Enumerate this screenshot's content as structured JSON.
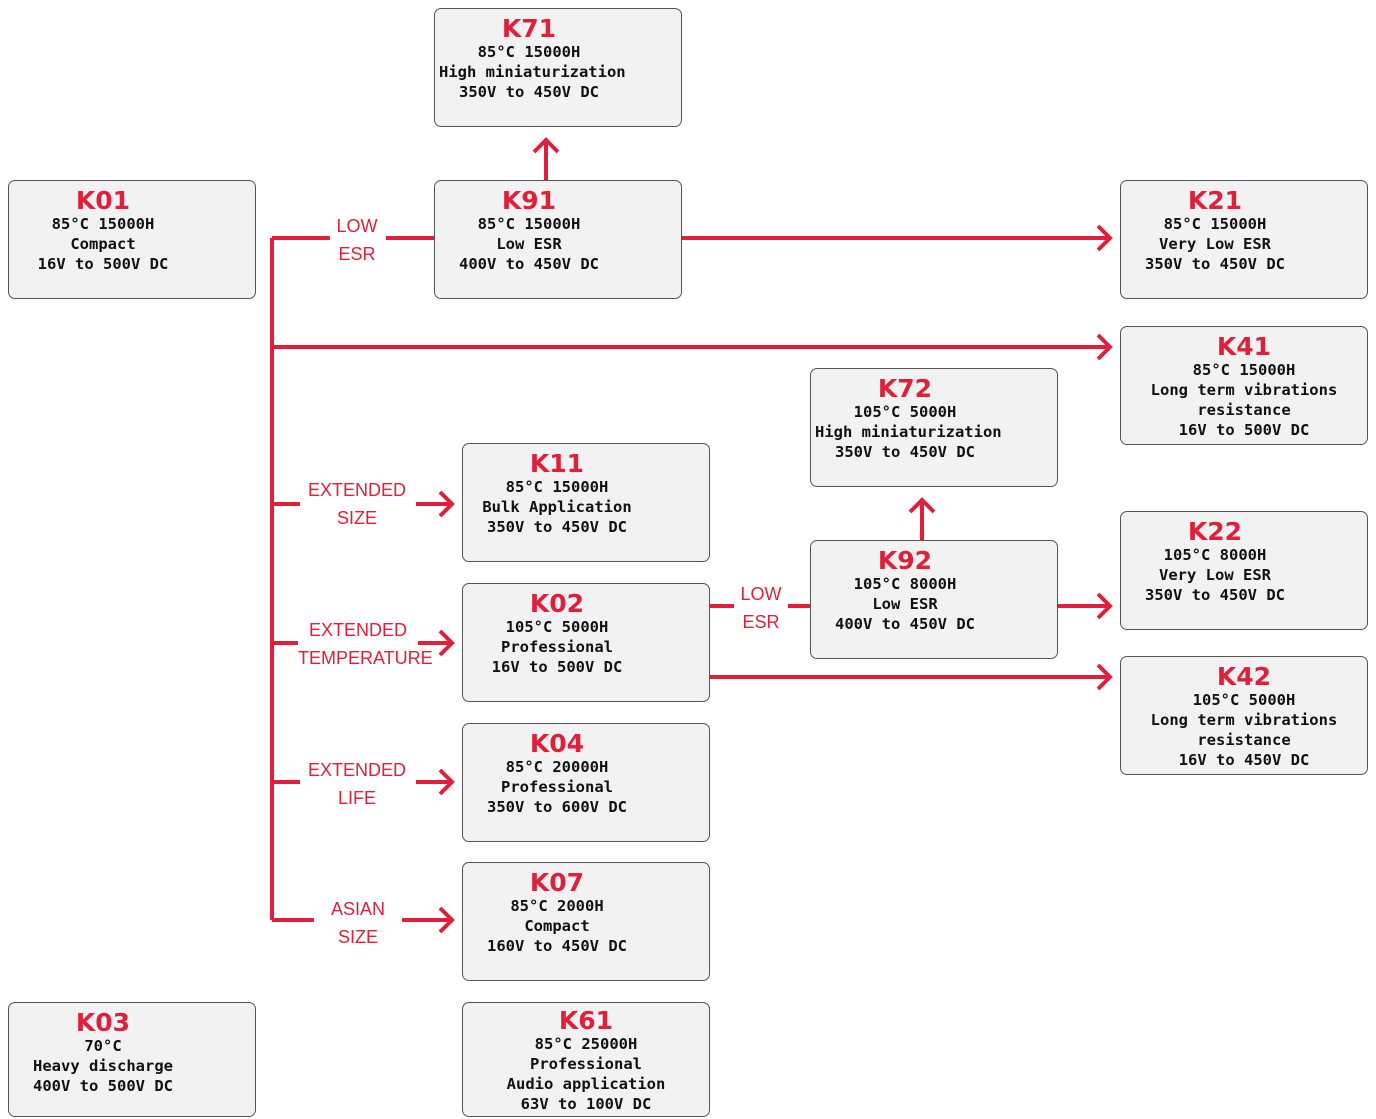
{
  "colors": {
    "accent": "#e0203a",
    "box_fill": "#f2f2f2",
    "box_border": "#555555",
    "capacitor": "#9a9a9a"
  },
  "icon": "capacitor-icon",
  "nodes": [
    {
      "id": "K71",
      "lines": [
        "85°C 15000H",
        "High miniaturization",
        "350V to 450V DC"
      ]
    },
    {
      "id": "K01",
      "lines": [
        "85°C 15000H",
        "Compact",
        "16V to 500V DC"
      ]
    },
    {
      "id": "K91",
      "lines": [
        "85°C 15000H",
        "Low ESR",
        "400V to 450V DC"
      ]
    },
    {
      "id": "K21",
      "lines": [
        "85°C 15000H",
        "Very Low ESR",
        "350V to 450V DC"
      ]
    },
    {
      "id": "K41",
      "lines": [
        "85°C 15000H",
        "Long term vibrations",
        "resistance",
        "16V to 500V DC"
      ]
    },
    {
      "id": "K72",
      "lines": [
        "105°C 5000H",
        "High miniaturization",
        "350V to 450V DC"
      ]
    },
    {
      "id": "K11",
      "lines": [
        "85°C 15000H",
        "Bulk Application",
        "350V to 450V DC"
      ]
    },
    {
      "id": "K92",
      "lines": [
        "105°C 8000H",
        "Low ESR",
        "400V to 450V DC"
      ]
    },
    {
      "id": "K22",
      "lines": [
        "105°C 8000H",
        "Very Low ESR",
        "350V to 450V DC"
      ]
    },
    {
      "id": "K02",
      "lines": [
        "105°C 5000H",
        "Professional",
        "16V to 500V DC"
      ]
    },
    {
      "id": "K42",
      "lines": [
        "105°C 5000H",
        "Long term vibrations",
        "resistance",
        "16V to 450V DC"
      ]
    },
    {
      "id": "K04",
      "lines": [
        "85°C 20000H",
        "Professional",
        "350V to 600V DC"
      ]
    },
    {
      "id": "K07",
      "lines": [
        "85°C 2000H",
        "Compact",
        "160V to 450V DC"
      ]
    },
    {
      "id": "K03",
      "lines": [
        "70°C",
        "Heavy discharge",
        "400V to 500V DC"
      ]
    },
    {
      "id": "K61",
      "lines": [
        "85°C 25000H",
        "Professional",
        "Audio application",
        "63V to 100V DC"
      ]
    }
  ],
  "labels": {
    "low_esr_1": [
      "LOW",
      "ESR"
    ],
    "extended_size": [
      "EXTENDED",
      "SIZE"
    ],
    "extended_temperature": [
      "EXTENDED",
      "TEMPERATURE"
    ],
    "low_esr_2": [
      "LOW",
      "ESR"
    ],
    "extended_life": [
      "EXTENDED",
      "LIFE"
    ],
    "asian_size": [
      "ASIAN",
      "SIZE"
    ]
  }
}
